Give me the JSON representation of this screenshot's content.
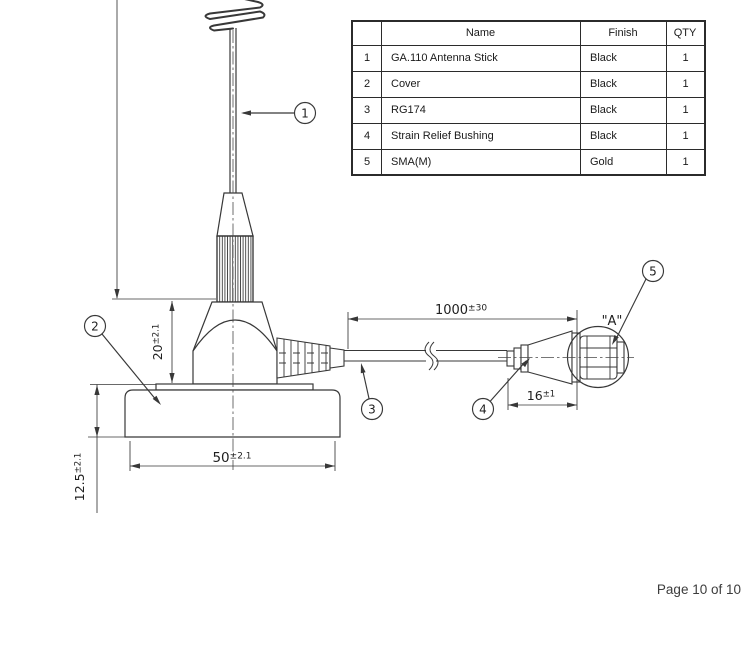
{
  "drawing": {
    "detail_label": "\"A\"",
    "callouts": {
      "c1": "1",
      "c2": "2",
      "c3": "3",
      "c4": "4",
      "c5": "5"
    },
    "dimensions": {
      "cover_height": {
        "value": "20",
        "tol": "±2.1"
      },
      "base_diameter": {
        "value": "50",
        "tol": "±2.1"
      },
      "base_height": {
        "value": "12.5",
        "tol": "±2.1"
      },
      "cable_length": {
        "value": "1000",
        "tol": "±30"
      },
      "connector_length": {
        "value": "16",
        "tol": "±1"
      }
    }
  },
  "table": {
    "headers": {
      "no": "",
      "name": "Name",
      "finish": "Finish",
      "qty": "QTY"
    },
    "rows": [
      {
        "no": "1",
        "name": "GA.110 Antenna Stick",
        "finish": "Black",
        "qty": "1"
      },
      {
        "no": "2",
        "name": "Cover",
        "finish": "Black",
        "qty": "1"
      },
      {
        "no": "3",
        "name": "RG174",
        "finish": "Black",
        "qty": "1"
      },
      {
        "no": "4",
        "name": "Strain Relief Bushing",
        "finish": "Black",
        "qty": "1"
      },
      {
        "no": "5",
        "name": "SMA(M)",
        "finish": "Gold",
        "qty": "1"
      }
    ]
  },
  "footer": {
    "page_label": "Page 10 of 10"
  },
  "colors": {
    "line": "#383838",
    "text": "#1f1f1f",
    "footer_text": "#3c3c3c",
    "background": "#ffffff"
  }
}
